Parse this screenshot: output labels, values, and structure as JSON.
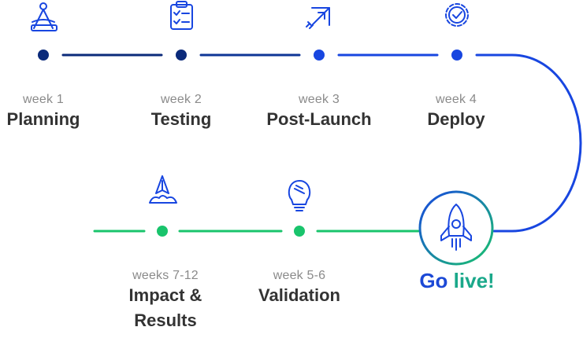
{
  "colors": {
    "dark_blue": "#0b2a7a",
    "blue": "#1846e0",
    "green": "#19c46c",
    "text_dark": "#333333",
    "text_muted": "#8a8a8a"
  },
  "top_steps": [
    {
      "week": "week 1",
      "title": "Planning",
      "icon": "drafting-compass-icon"
    },
    {
      "week": "week 2",
      "title": "Testing",
      "icon": "clipboard-checklist-icon"
    },
    {
      "week": "week 3",
      "title": "Post-Launch",
      "icon": "arrow-launch-icon"
    },
    {
      "week": "week 4",
      "title": "Deploy",
      "icon": "gear-check-icon"
    }
  ],
  "bottom_steps": [
    {
      "week": "weeks 7-12",
      "title_line1": "Impact &",
      "title_line2": "Results",
      "icon": "paper-plane-icon"
    },
    {
      "week": "week 5-6",
      "title": "Validation",
      "icon": "lightbulb-icon"
    }
  ],
  "go_live": {
    "word1": "Go",
    "word2": "live!",
    "icon": "rocket-icon"
  }
}
